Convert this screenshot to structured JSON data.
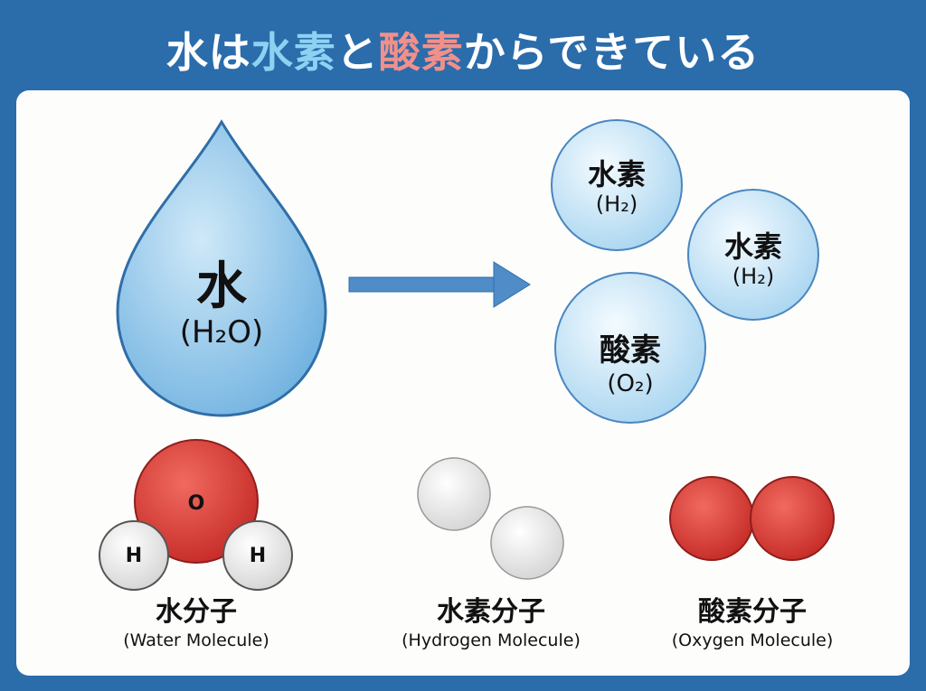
{
  "title": {
    "part1": "水は",
    "part2": "水素",
    "part3": "と",
    "part4": "酸素",
    "part5": "からできている"
  },
  "drop": {
    "label": "水",
    "formula": "(H₂O)"
  },
  "bubbles": [
    {
      "label": "水素",
      "formula": "(H₂)"
    },
    {
      "label": "水素",
      "formula": "(H₂)"
    },
    {
      "label": "酸素",
      "formula": "(O₂)"
    }
  ],
  "molecules": [
    {
      "label": "水分子",
      "english": "(Water Molecule)",
      "atoms": [
        "O",
        "H",
        "H"
      ]
    },
    {
      "label": "水素分子",
      "english": "(Hydrogen Molecule)"
    },
    {
      "label": "酸素分子",
      "english": "(Oxygen Molecule)"
    }
  ],
  "colors": {
    "frame": "#2b6cab",
    "hydrogen_text": "#8ed2f2",
    "oxygen_text": "#f1908a",
    "oxygen_atom": "#d93a34",
    "water": "#7fbde6"
  }
}
